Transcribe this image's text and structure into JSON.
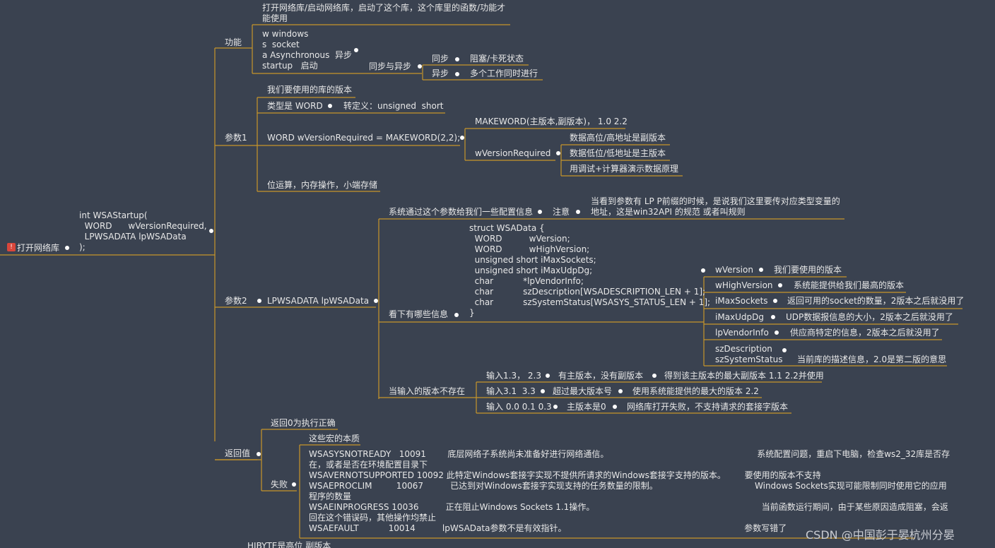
{
  "colors": {
    "background": "#3a4250",
    "link": "#c8962a",
    "text": "#e8e8e8",
    "warn_icon": "#d9463b"
  },
  "icons": {
    "root": "warning-icon"
  },
  "watermark": "CSDN @中国彭于晏杭州分晏",
  "nodes": {
    "root": "打开网络库",
    "wsastartup": "int WSAStartup(\n  WORD      wVersionRequired,\n  LPWSADATA lpWSAData\n);",
    "func": "功能",
    "func_desc": "打开网络库/启动网络库，启动了这个库，这个库里的函数/功能才\n能使用",
    "func_wsa": "w windows\ns  socket\na Asynchronous  异步\nstartup   启动",
    "func_sync": "同步与异步",
    "sync": "同步",
    "sync_desc": "阻塞/卡死状态",
    "async": "异步",
    "async_desc": "多个工作同时进行",
    "param1": "参数1",
    "p1_version": "我们要使用的库的版本",
    "p1_type": "类型是 WORD",
    "p1_typedef": "转定义：unsigned  short",
    "p1_decl": "WORD wVersionRequired = MAKEWORD(2,2);",
    "p1_makeword": "MAKEWORD(主版本,副版本)， 1.0 2.2",
    "p1_wvr": "wVersionRequired",
    "p1_high": "数据高位/高地址是副版本",
    "p1_low": "数据低位/低地址是主版本",
    "p1_calc": "用调试+计算器演示数据原理",
    "p1_bits": "位运算，内存操作，小端存储",
    "param2": "参数2",
    "p2_type": "LPWSADATA lpWSAData",
    "p2_config": "系统通过这个参数给我们一些配置信息",
    "p2_note": "注意",
    "p2_note_desc": "当看到参数有 LP P前缀的时候，是说我们这里要传对应类型变量的\n地址，这是win32API 的规范 或者叫规则",
    "p2_info": "看下有哪些信息",
    "p2_struct": "struct WSAData {\n  WORD          wVersion;\n  WORD          wHighVersion;\n  unsigned short iMaxSockets;\n  unsigned short iMaxUdpDg;\n  char           *lpVendorInfo;\n  char           szDescription[WSADESCRIPTION_LEN + 1];\n  char           szSystemStatus[WSASYS_STATUS_LEN + 1];\n}",
    "f_wversion": "wVersion",
    "f_wversion_d": "我们要使用的版本",
    "f_whigh": "wHighVersion",
    "f_whigh_d": "系统能提供给我们最高的版本",
    "f_imaxs": "iMaxSockets",
    "f_imaxs_d": "返回可用的socket的数量，2版本之后就没用了",
    "f_imaxu": "iMaxUdpDg",
    "f_imaxu_d": "UDP数据报信息的大小，2版本之后就没用了",
    "f_lpv": "lpVendorInfo",
    "f_lpv_d": "供应商特定的信息，2版本之后就没用了",
    "f_szd": "szDescription\nszSystemStatus",
    "f_szd_d": "当前库的描述信息，2.0是第二版的意思",
    "p2_missing": "当输入的版本不存在",
    "m1": "输入1.3， 2.3",
    "m1_a": "有主版本，没有副版本",
    "m1_b": "得到该主版本的最大副版本 1.1 2.2并使用",
    "m2": "输入3.1  3.3",
    "m2_a": "超过最大版本号",
    "m2_b": "使用系统能提供的最大的版本 2.2",
    "m3": "输入 0.0 0.1 0.3",
    "m3_a": "主版本是0",
    "m3_b": "网络库打开失败，不支持请求的套接字版本",
    "ret": "返回值",
    "ret_ok": "返回0为执行正确",
    "ret_fail": "失败",
    "ret_macro": "这些宏的本质",
    "ret_errors": "WSASYSNOTREADY   10091        底层网络子系统尚未准备好进行网络通信。                                                       系统配置问题，重启下电脑，检查ws2_32库是否存\n在，或者是否在环境配置目录下\nWSAVERNOTSUPPORTED 10092 此特定Windows套接字实现不提供所请求的Windows套接字支持的版本。       要使用的版本不支持\nWSAEPROCLIM         10067          已达到对Windows套接字实现支持的任务数量的限制。                                    Windows Sockets实现可能限制同时使用它的应用\n程序的数量\nWSAEINPROGRESS 10036          正在阻止Windows Sockets 1.1操作。                                                              当前函数运行期间，由于某些原因造成阻塞，会返\n回在这个错误码，其他操作均禁止\nWSAEFAULT           10014          lpWSAData参数不是有效指针。                                                                  参数写错了",
    "bottom_cut": "HIBYTE是高位 副版本"
  }
}
